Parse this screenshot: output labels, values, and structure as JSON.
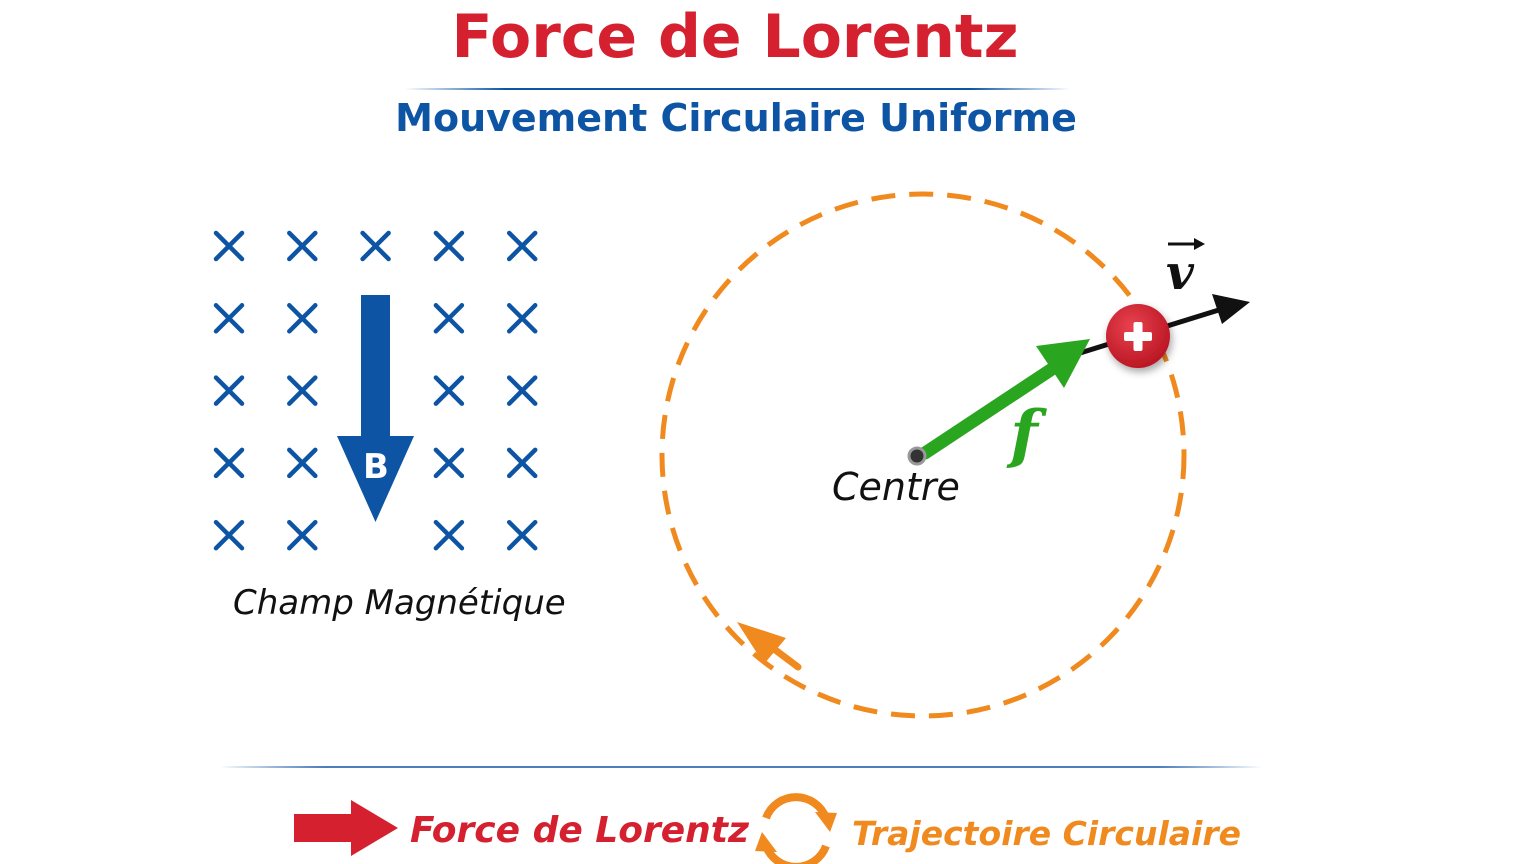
{
  "header": {
    "title": "Force de Lorentz",
    "subtitle": "Mouvement Circulaire Uniforme"
  },
  "field": {
    "label": "Champ Magnétique",
    "vector_label": "B",
    "rows": 5,
    "cols": 5,
    "symbol": "✕",
    "color": "#0d55a4"
  },
  "orbit": {
    "center_label": "Centre",
    "force_label": "f",
    "velocity_label": "v",
    "charge_symbol": "+",
    "orbit_color": "#f08a1f",
    "force_color": "#2aa51f",
    "charge_color": "#d4202f"
  },
  "legend": {
    "force_label": "Force de Lorentz",
    "trajectory_label": "Trajectoire Circulaire",
    "force_color": "#d4202f",
    "trajectory_color": "#f08a1f"
  }
}
